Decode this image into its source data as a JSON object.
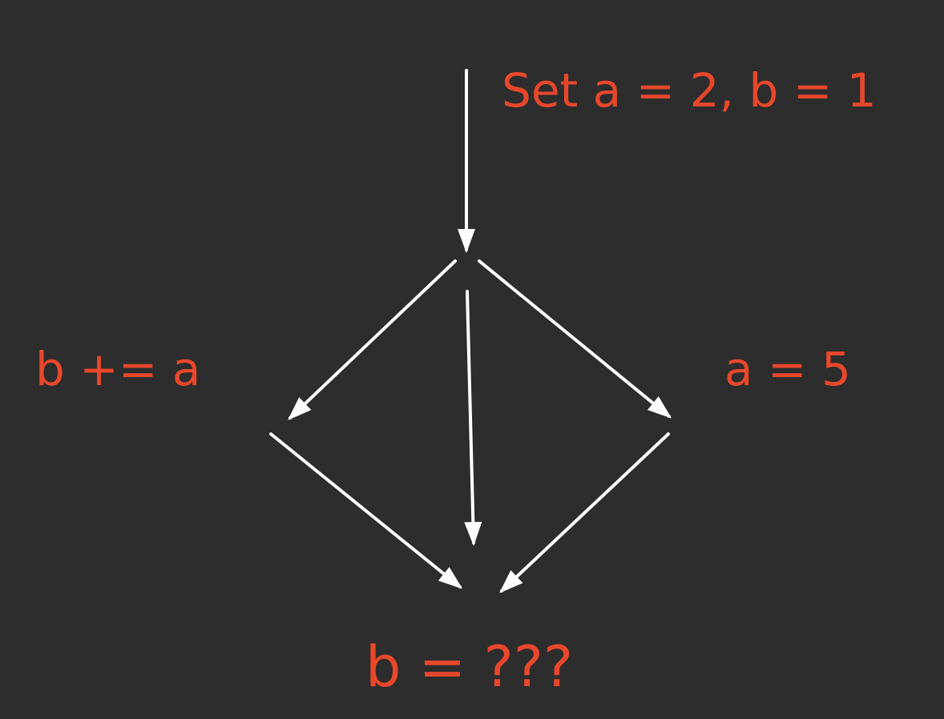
{
  "colors": {
    "background": "#2d2d2d",
    "label": "#e8472b",
    "arrow": "#ffffff"
  },
  "labels": {
    "init": "Set a = 2, b = 1",
    "left_branch": "b += a",
    "right_branch": "a = 5",
    "result": "b = ???"
  }
}
